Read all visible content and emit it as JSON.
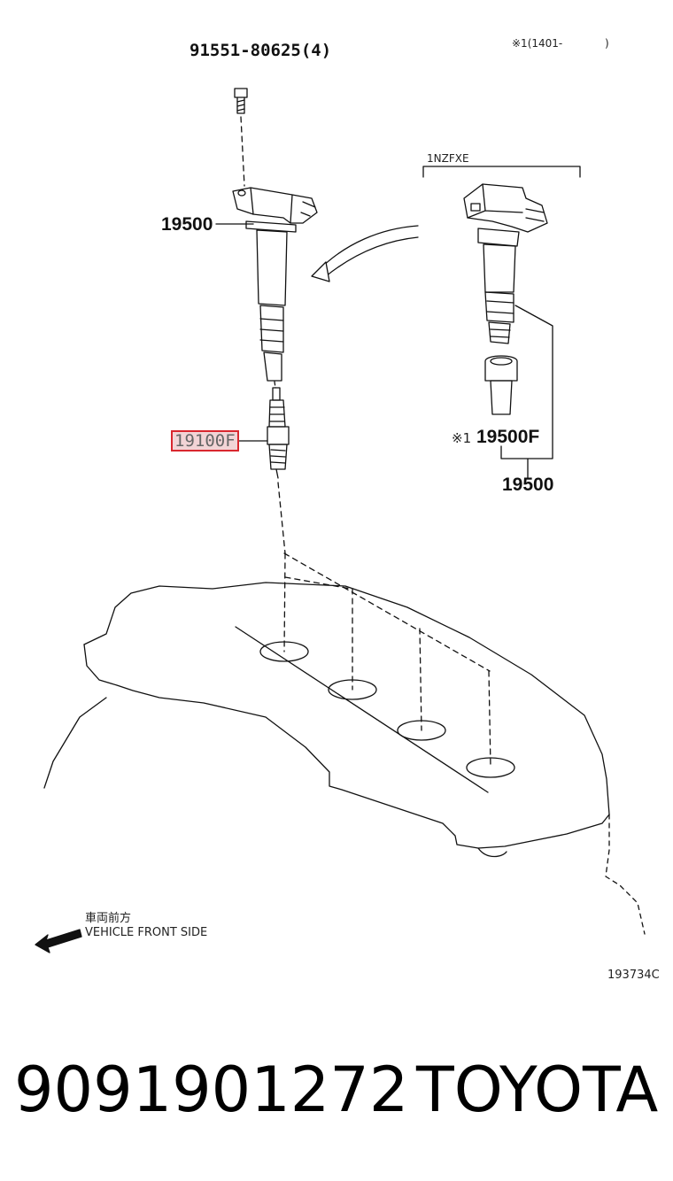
{
  "diagram": {
    "callouts": {
      "bolt": "91551-80625(4)",
      "note_top": "※1(1401-",
      "note_top_close": ")",
      "variant": "1NZFXE",
      "coil_left": "19500",
      "plug": "19100F",
      "boot_prefix": "※1",
      "boot": "19500F",
      "coil_right": "19500",
      "front_jp": "車両前方",
      "front_en": "VEHICLE FRONT SIDE",
      "diagram_code": "193734C"
    }
  },
  "footer": {
    "part_number": "9091901272",
    "brand": "TOYOTA"
  }
}
